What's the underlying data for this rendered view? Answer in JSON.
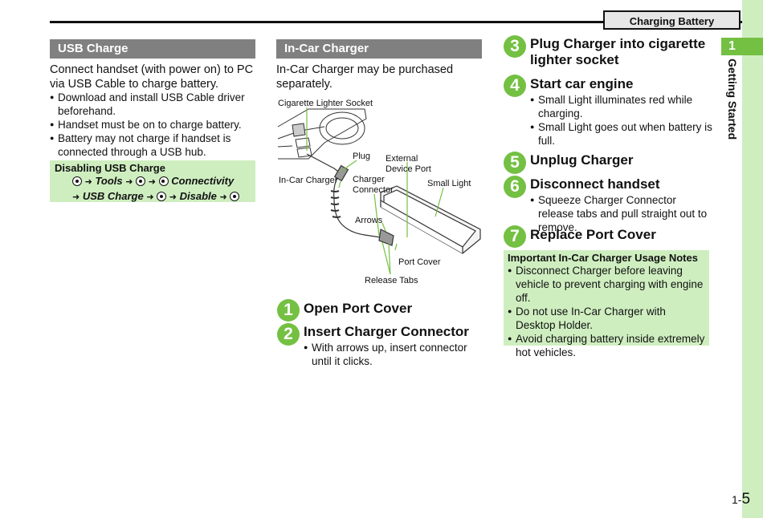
{
  "header": {
    "tab_label": "Charging Battery"
  },
  "sidebar": {
    "chapter_number": "1",
    "chapter_label": "Getting Started"
  },
  "page": {
    "prefix": "1-",
    "number": "5"
  },
  "usb": {
    "heading": "USB Charge",
    "intro": "Connect handset (with power on) to PC via USB Cable to charge battery.",
    "bullets": [
      "Download and install USB Cable driver beforehand.",
      "Handset must be on to charge battery.",
      "Battery may not charge if handset is connected through a USB hub."
    ],
    "box_title": "Disabling USB Charge",
    "nav": {
      "tools": "Tools",
      "connectivity": "Connectivity",
      "usb_charge": "USB Charge",
      "disable": "Disable"
    }
  },
  "car": {
    "heading": "In-Car Charger",
    "intro": "In-Car Charger may be purchased separately.",
    "diagram_labels": {
      "socket": "Cigarette Lighter Socket",
      "plug": "Plug",
      "external": "External",
      "device_port": "Device Port",
      "incar": "In-Car Charger",
      "charger": "Charger",
      "connector": "Connector",
      "small_light": "Small Light",
      "arrows": "Arrows",
      "port_cover": "Port Cover",
      "release_tabs": "Release Tabs"
    }
  },
  "steps": [
    {
      "num": "1",
      "title": "Open Port Cover",
      "bullets": []
    },
    {
      "num": "2",
      "title": "Insert Charger Connector",
      "bullets": [
        "With arrows up, insert connector until it clicks."
      ]
    },
    {
      "num": "3",
      "title_line1": "Plug Charger into cigarette",
      "title_line2": "lighter socket",
      "bullets": []
    },
    {
      "num": "4",
      "title": "Start car engine",
      "bullets": [
        "Small Light illuminates red while charging.",
        "Small Light goes out when battery is full."
      ]
    },
    {
      "num": "5",
      "title": "Unplug Charger",
      "bullets": []
    },
    {
      "num": "6",
      "title": "Disconnect handset",
      "bullets": [
        "Squeeze Charger Connector release tabs and pull straight out to remove."
      ]
    },
    {
      "num": "7",
      "title": "Replace Port Cover",
      "bullets": []
    }
  ],
  "notes": {
    "title": "Important In-Car Charger Usage Notes",
    "bullets": [
      "Disconnect Charger before leaving vehicle to prevent charging with engine off.",
      "Do not use In-Car Charger with Desktop Holder.",
      "Avoid charging battery inside extremely hot vehicles."
    ]
  },
  "colors": {
    "accent_green": "#74c043",
    "light_green": "#cfeec0",
    "heading_gray": "#808080"
  }
}
